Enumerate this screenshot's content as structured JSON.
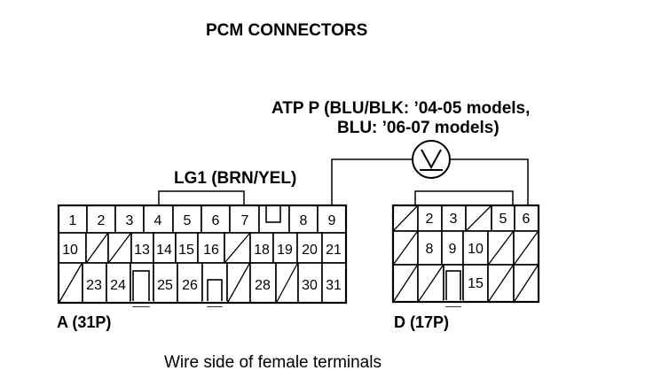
{
  "title": "PCM CONNECTORS",
  "atp_label_line1": "ATP P (BLU/BLK: ’04-05 models,",
  "atp_label_line2": "BLU: ’06-07 models)",
  "lg1_label": "LG1 (BRN/YEL)",
  "connector_a": {
    "label": "A (31P)",
    "rows": [
      [
        "1",
        "2",
        "3",
        "4",
        "5",
        "6",
        "7",
        "",
        "8",
        "9"
      ],
      [
        "10",
        "",
        "13",
        "14",
        "15",
        "16",
        "",
        "18",
        "19",
        "20",
        "21"
      ],
      [
        "",
        "23",
        "24",
        "",
        "25",
        "26",
        "",
        "",
        "28",
        "",
        "30",
        "31"
      ]
    ]
  },
  "connector_d": {
    "label": "D (17P)",
    "rows": [
      [
        "",
        "2",
        "3",
        "",
        "5",
        "6"
      ],
      [
        "",
        "8",
        "9",
        "10",
        "",
        ""
      ],
      [
        "",
        "",
        "",
        "15",
        "",
        ""
      ]
    ]
  },
  "voltmeter_icon": "voltmeter-icon",
  "caption": "Wire side of female terminals"
}
